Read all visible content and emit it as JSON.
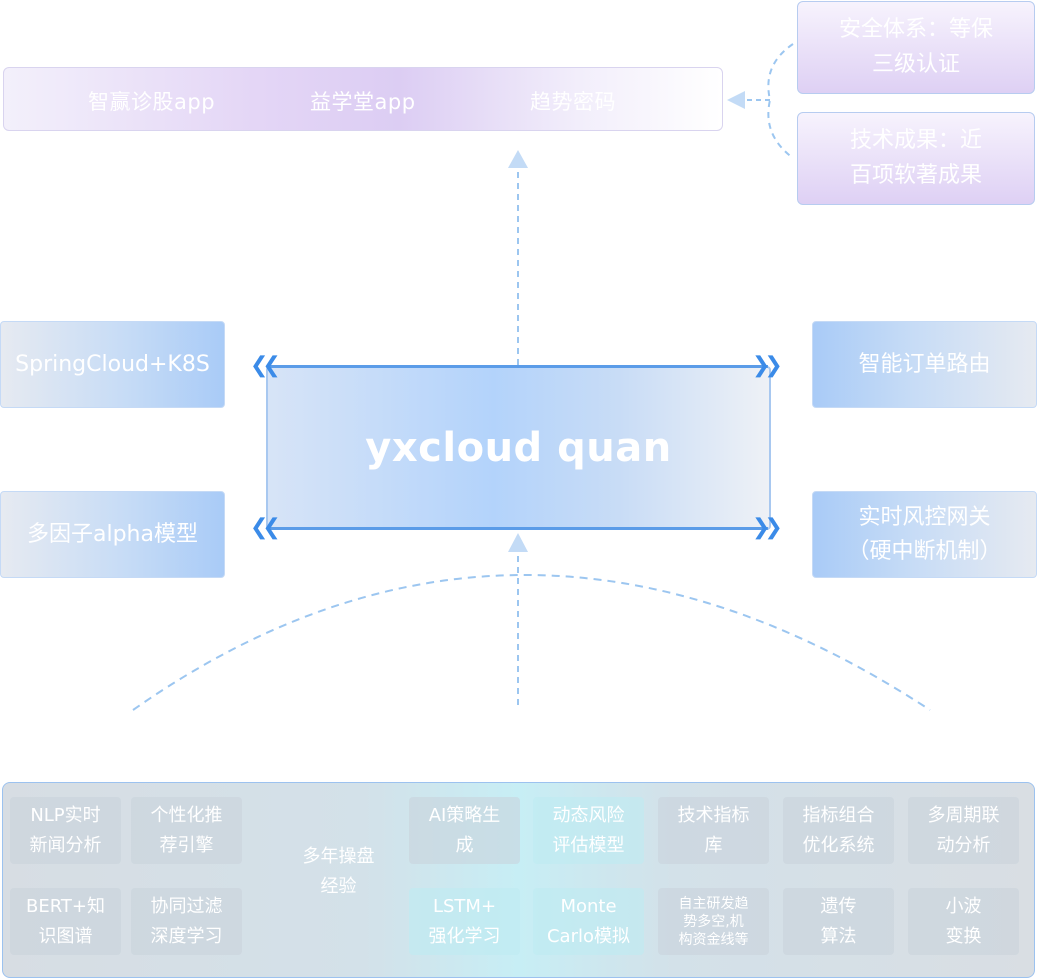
{
  "apps": [
    "智赢诊股app",
    "益学堂app",
    "趋势密码"
  ],
  "right_top_cards": [
    {
      "lines": [
        "安全体系：等保",
        "三级认证"
      ]
    },
    {
      "lines": [
        "技术成果：近",
        "百项软著成果"
      ]
    }
  ],
  "left_cards": [
    {
      "lines": [
        "SpringCloud+K8S"
      ]
    },
    {
      "lines": [
        "多因子alpha模型"
      ]
    }
  ],
  "right_cards": [
    {
      "lines": [
        "智能订单路由"
      ]
    },
    {
      "lines": [
        "实时风控网关",
        "（硬中断机制）"
      ]
    }
  ],
  "center": {
    "title": "yxcloud quan"
  },
  "bottom_grid": [
    {
      "lines": [
        "NLP实时",
        "新闻分析"
      ]
    },
    {
      "lines": [
        "个性化推",
        "荐引擎"
      ]
    },
    {
      "lines": [
        "多年操盘",
        "经验"
      ]
    },
    {
      "lines": [
        "AI策略生",
        "成"
      ]
    },
    {
      "lines": [
        "动态风险",
        "评估模型"
      ]
    },
    {
      "lines": [
        "技术指标",
        "库"
      ]
    },
    {
      "lines": [
        "指标组合",
        "优化系统"
      ]
    },
    {
      "lines": [
        "多周期联",
        "动分析"
      ]
    },
    {
      "lines": [
        "BERT+知",
        "识图谱"
      ]
    },
    {
      "lines": [
        "协同过滤",
        "深度学习"
      ]
    },
    {
      "lines": [
        "LSTM+",
        "强化学习"
      ]
    },
    {
      "lines": [
        "Monte",
        "Carlo模拟"
      ]
    },
    {
      "lines": [
        "自主研发趋",
        "势多空,机",
        "构资金线等"
      ]
    },
    {
      "lines": [
        "遗传",
        "算法"
      ]
    },
    {
      "lines": [
        "小波",
        "变换"
      ]
    }
  ],
  "colors": {
    "accent_blue": "#3b8be8",
    "dash_blue": "#9cc6f0",
    "purple_tint": "#dccdf3"
  }
}
